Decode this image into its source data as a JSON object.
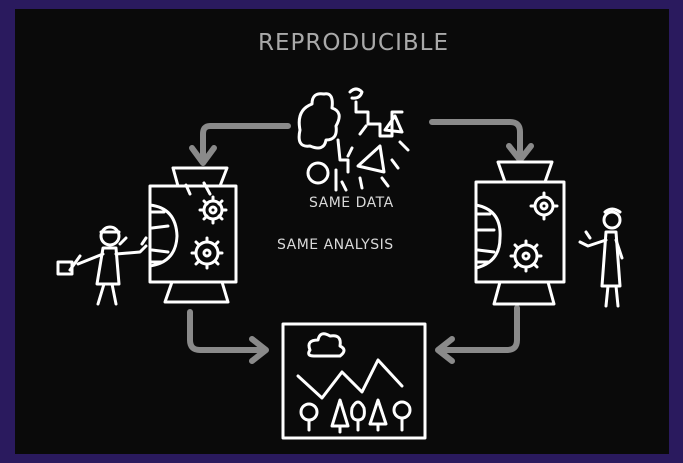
{
  "diagram": {
    "title": "REPRODUCIBLE",
    "labels": {
      "same_data": "SAME DATA",
      "same_analysis": "SAME ANALYSIS"
    },
    "colors": {
      "background": "#0a0a0a",
      "border": "#2a1a5e",
      "line": "#ffffff",
      "arrow": "#8a8a8a",
      "title": "#a9a9a9"
    },
    "icons": [
      "data-shapes-icon",
      "analysis-machine-icon",
      "analysis-machine-icon",
      "person-icon",
      "person-icon",
      "result-image-icon"
    ]
  }
}
